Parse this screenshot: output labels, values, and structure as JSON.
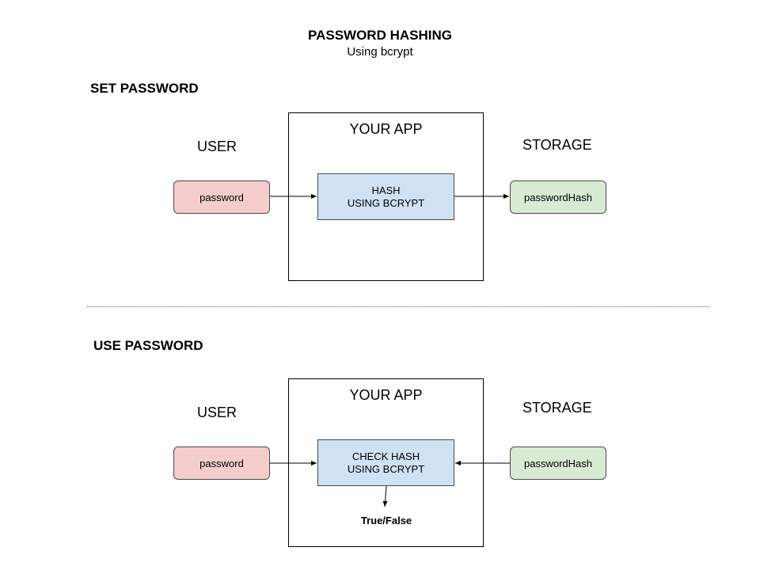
{
  "header": {
    "title": "PASSWORD HASHING",
    "subtitle": "Using bcrypt"
  },
  "set_section": {
    "title": "SET PASSWORD",
    "user_label": "USER",
    "app_label": "YOUR APP",
    "storage_label": "STORAGE",
    "user_pill": "password",
    "hash_line1": "HASH",
    "hash_line2": "USING BCRYPT",
    "storage_pill": "passwordHash"
  },
  "use_section": {
    "title": "USE PASSWORD",
    "user_label": "USER",
    "app_label": "YOUR APP",
    "storage_label": "STORAGE",
    "user_pill": "password",
    "hash_line1": "CHECK HASH",
    "hash_line2": "USING BCRYPT",
    "storage_pill": "passwordHash",
    "result": "True/False"
  },
  "colors": {
    "user_fill": "#f4cccc",
    "storage_fill": "#d9ead3",
    "hash_fill": "#cfe2f3"
  }
}
